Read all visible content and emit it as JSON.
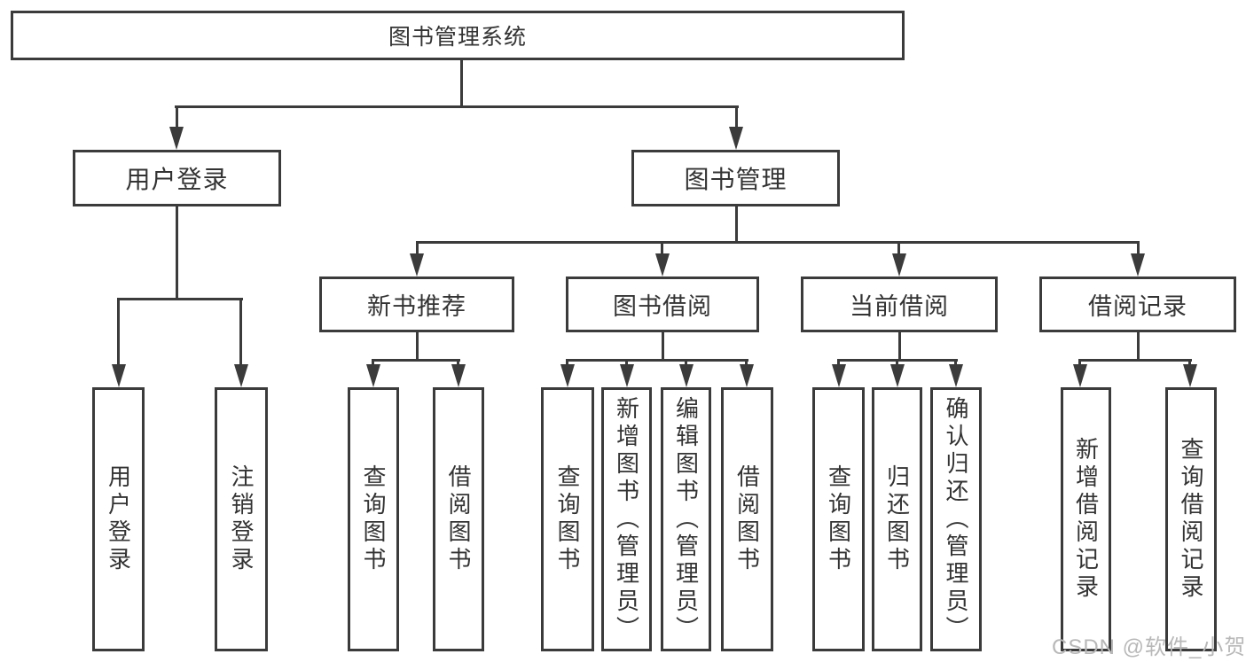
{
  "diagram": {
    "root": "图书管理系统",
    "branches": [
      {
        "label": "用户登录",
        "leaves": [
          "用户登录",
          "注销登录"
        ]
      },
      {
        "label": "图书管理",
        "children": [
          {
            "label": "新书推荐",
            "leaves": [
              "查询图书",
              "借阅图书"
            ]
          },
          {
            "label": "图书借阅",
            "leaves": [
              "查询图书",
              "新增图书（管理员）",
              "编辑图书（管理员）",
              "借阅图书"
            ]
          },
          {
            "label": "当前借阅",
            "leaves": [
              "查询图书",
              "归还图书",
              "确认归还（管理员）"
            ]
          },
          {
            "label": "借阅记录",
            "leaves": [
              "新增借阅记录",
              "查询借阅记录"
            ]
          }
        ]
      }
    ]
  },
  "watermark": "CSDN @软件_小贺同学",
  "colors": {
    "line": "#3b3b3b",
    "text": "#333333",
    "watermark": "#b8b8b8",
    "background": "#ffffff"
  }
}
